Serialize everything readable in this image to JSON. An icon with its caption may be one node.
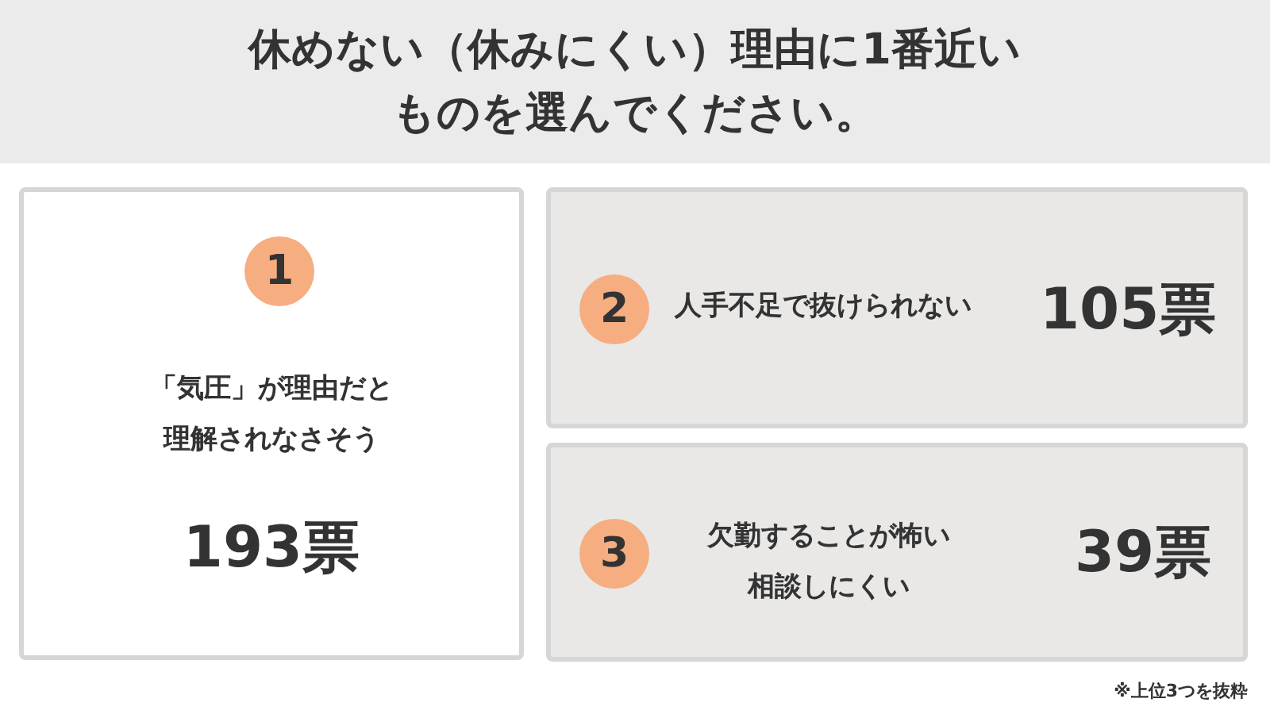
{
  "diagram": {
    "title": "休めない（休みにくい）理由に1番近いものを選んでください。",
    "nodes": [
      {
        "text": [
          "「気圧」が理由だと理解されなさそう",
          "193票"
        ]
      },
      {
        "text": [
          "1"
        ],
        "in": 0
      },
      {
        "text": [
          "人手不足で抜けられない",
          "105票"
        ]
      },
      {
        "text": [
          "2"
        ],
        "in": 2
      },
      {
        "text": [
          "欠勤することが怖い相談しにくい",
          "39票"
        ]
      },
      {
        "text": [
          "3"
        ],
        "in": 4
      }
    ],
    "edges": [],
    "labels": [
      "※上位3つを抜粋"
    ]
  }
}
